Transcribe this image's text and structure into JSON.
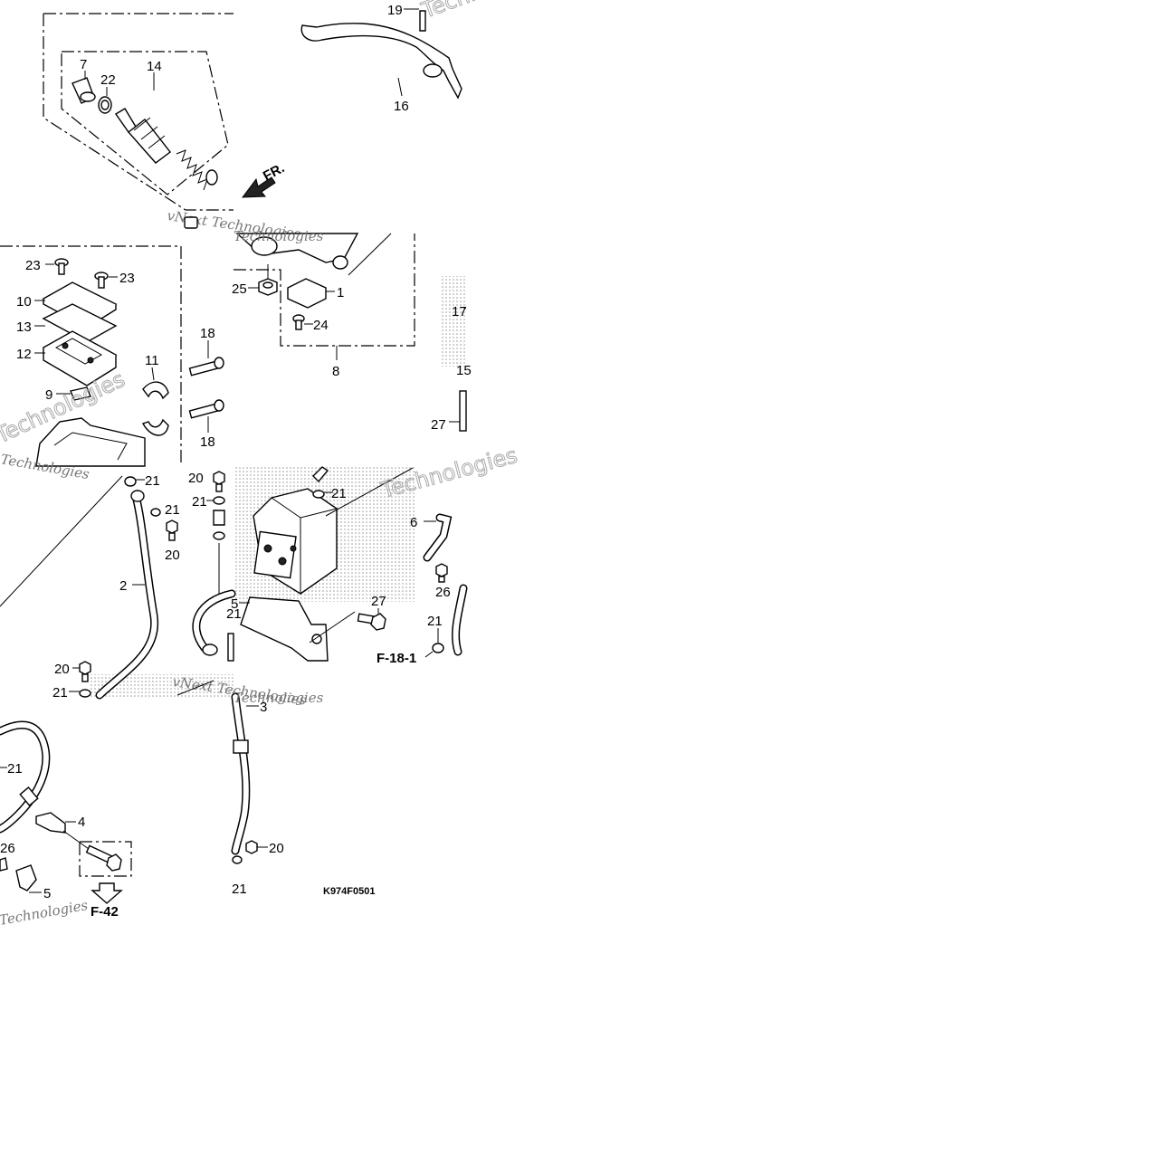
{
  "labels": {
    "l1": "1",
    "l2": "2",
    "l3": "3",
    "l4": "4",
    "l5a": "5",
    "l5b": "5",
    "l6": "6",
    "l7": "7",
    "l8": "8",
    "l9": "9",
    "l10": "10",
    "l11": "11",
    "l12": "12",
    "l13": "13",
    "l14": "14",
    "l15": "15",
    "l16": "16",
    "l17": "17",
    "l18a": "18",
    "l18b": "18",
    "l19": "19",
    "l20a": "20",
    "l20b": "20",
    "l20c": "20",
    "l20d": "20",
    "l21a": "21",
    "l21b": "21",
    "l21c": "21",
    "l21d": "21",
    "l21e": "21",
    "l21f": "21",
    "l21g": "21",
    "l21h": "21",
    "l22": "22",
    "l23a": "23",
    "l23b": "23",
    "l24": "24",
    "l25": "25",
    "l26a": "26",
    "l26b": "26",
    "l27a": "27",
    "l27b": "27"
  },
  "references": {
    "f18": "F-18-1",
    "f42": "F-42",
    "fr": "FR."
  },
  "diagram_code": "K974F0501",
  "watermark": {
    "text1": "vNext Technologies",
    "text2": "Technologies"
  }
}
